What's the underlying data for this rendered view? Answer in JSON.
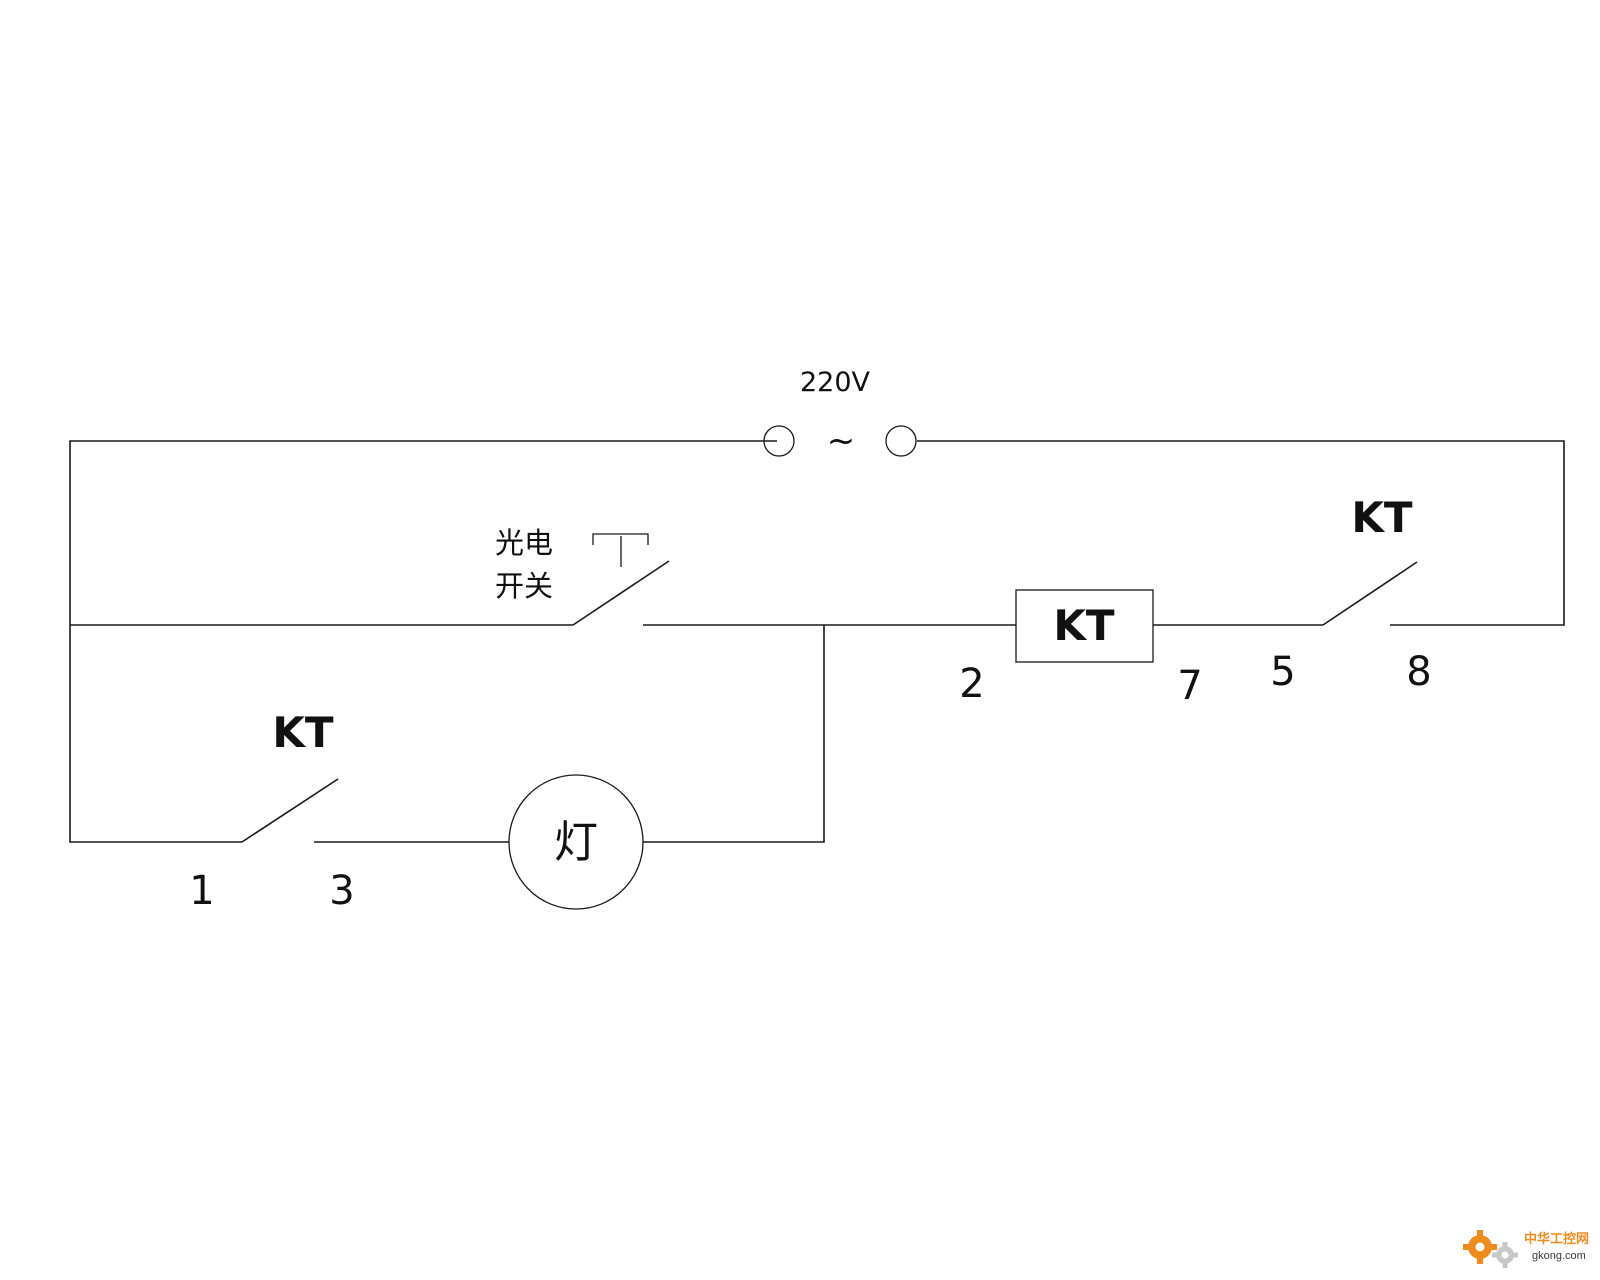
{
  "supply": {
    "voltage": "220V",
    "ac_symbol": "~"
  },
  "photo_switch": {
    "label_line1": "光电",
    "label_line2": "开关"
  },
  "relay_top": {
    "label": "KT"
  },
  "relay_coil": {
    "label": "KT"
  },
  "relay_bottom": {
    "label": "KT"
  },
  "lamp": {
    "label": "灯"
  },
  "terminals": {
    "t1": "1",
    "t2": "2",
    "t3": "3",
    "t5": "5",
    "t7": "7",
    "t8": "8"
  },
  "watermark": {
    "brand": "中华工控网",
    "site": "gkong.com",
    "accent_color": "#f08c1e",
    "site_color": "#3a3a3a"
  }
}
